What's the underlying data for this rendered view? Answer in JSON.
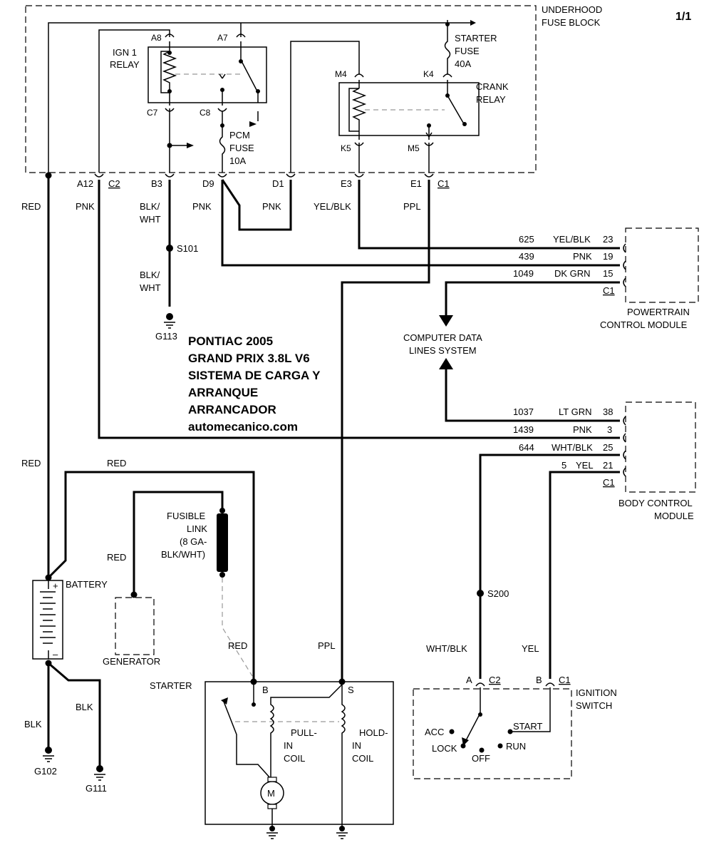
{
  "page_number": "1/1",
  "title_lines": [
    "PONTIAC 2005",
    "GRAND PRIX 3.8L V6",
    "SISTEMA DE CARGA Y",
    "ARRANQUE",
    "ARRANCADOR",
    "automecanico.com"
  ],
  "fuse_block": {
    "line1": "UNDERHOOD",
    "line2": "FUSE BLOCK"
  },
  "ign_relay": {
    "line1": "IGN 1",
    "line2": "RELAY"
  },
  "crank_relay": {
    "line1": "CRANK",
    "line2": "RELAY"
  },
  "starter_fuse": {
    "line1": "STARTER",
    "line2": "FUSE",
    "line3": "40A"
  },
  "pcm_fuse": {
    "line1": "PCM",
    "line2": "FUSE",
    "line3": "10A"
  },
  "terminals": {
    "a8": "A8",
    "a7": "A7",
    "c7": "C7",
    "c8": "C8",
    "m4": "M4",
    "k4": "K4",
    "k5": "K5",
    "m5": "M5",
    "a12": "A12",
    "c2": "C2",
    "b3": "B3",
    "d9": "D9",
    "d1": "D1",
    "e3": "E3",
    "e1": "E1",
    "c1": "C1"
  },
  "wire_colors": {
    "red": "RED",
    "pnk": "PNK",
    "blk_wht_1": "BLK/",
    "blk_wht_2": "WHT",
    "yel_blk": "YEL/BLK",
    "ppl": "PPL",
    "blk": "BLK",
    "wht_blk": "WHT/BLK",
    "yel": "YEL"
  },
  "splices": {
    "s101": "S101",
    "s200": "S200"
  },
  "grounds": {
    "g113": "G113",
    "g102": "G102",
    "g111": "G111"
  },
  "pcm": {
    "line1": "POWERTRAIN",
    "line2": "CONTROL MODULE",
    "pins": [
      {
        "circuit": "625",
        "color": "YEL/BLK",
        "pin": "23"
      },
      {
        "circuit": "439",
        "color": "PNK",
        "pin": "19"
      },
      {
        "circuit": "1049",
        "color": "DK GRN",
        "pin": "15"
      }
    ],
    "connector": "C1"
  },
  "bcm": {
    "line1": "BODY CONTROL",
    "line2": "MODULE",
    "pins": [
      {
        "circuit": "1037",
        "color": "LT GRN",
        "pin": "38"
      },
      {
        "circuit": "1439",
        "color": "PNK",
        "pin": "3"
      },
      {
        "circuit": "644",
        "color": "WHT/BLK",
        "pin": "25"
      },
      {
        "circuit": "5",
        "color": "YEL",
        "pin": "21"
      }
    ],
    "connector": "C1"
  },
  "data_lines": {
    "line1": "COMPUTER DATA",
    "line2": "LINES SYSTEM"
  },
  "battery": "BATTERY",
  "generator": "GENERATOR",
  "fusible_link": {
    "line1": "FUSIBLE",
    "line2": "LINK",
    "line3": "(8 GA-",
    "line4": "BLK/WHT)"
  },
  "starter": {
    "label": "STARTER",
    "term_b": "B",
    "term_s": "S",
    "pull_in": [
      "PULL-",
      "IN",
      "COIL"
    ],
    "hold_in": [
      "HOLD-",
      "IN",
      "COIL"
    ],
    "motor": "M"
  },
  "ign_switch": {
    "line1": "IGNITION",
    "line2": "SWITCH",
    "a": "A",
    "c2": "C2",
    "b": "B",
    "c1": "C1",
    "acc": "ACC",
    "lock": "LOCK",
    "off": "OFF",
    "run": "RUN",
    "start": "START"
  },
  "battery_plus": "+",
  "battery_minus": "–"
}
